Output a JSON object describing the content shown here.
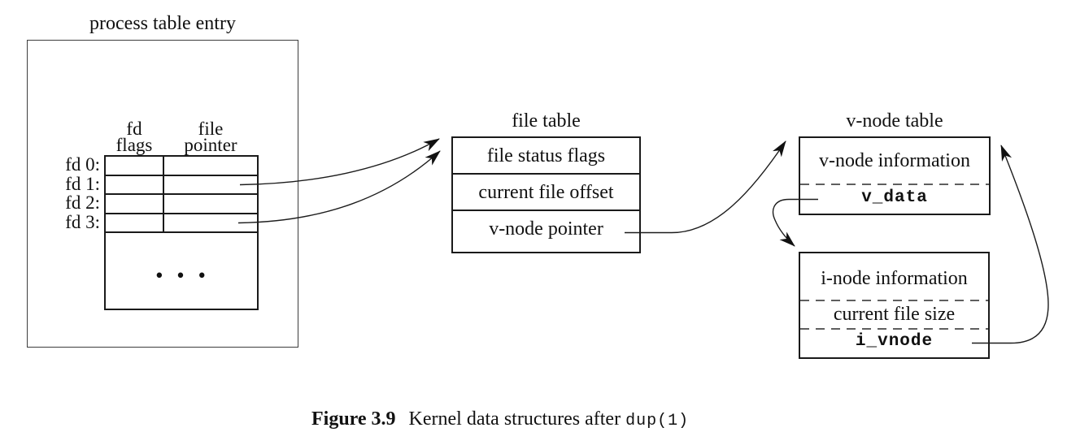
{
  "figure": {
    "process_table": {
      "title": "process table entry",
      "col_headers": [
        {
          "line1": "fd",
          "line2": "flags"
        },
        {
          "line1": "file",
          "line2": "pointer"
        }
      ],
      "row_labels": [
        "fd 0:",
        "fd 1:",
        "fd 2:",
        "fd 3:"
      ],
      "ellipsis": "• • •"
    },
    "file_table": {
      "title": "file table",
      "rows": [
        "file status flags",
        "current file offset",
        "v-node pointer"
      ]
    },
    "vnode_table": {
      "title": "v-node table",
      "info_row": "v-node information",
      "data_row": "v_data"
    },
    "inode": {
      "rows": [
        "i-node information",
        "current file size",
        "i_vnode"
      ]
    },
    "caption": {
      "label": "Figure 3.9",
      "text": "Kernel data structures after",
      "code": "dup(1)"
    },
    "colors": {
      "line": "#1a1a1a",
      "text": "#111111",
      "background": "#ffffff"
    }
  }
}
